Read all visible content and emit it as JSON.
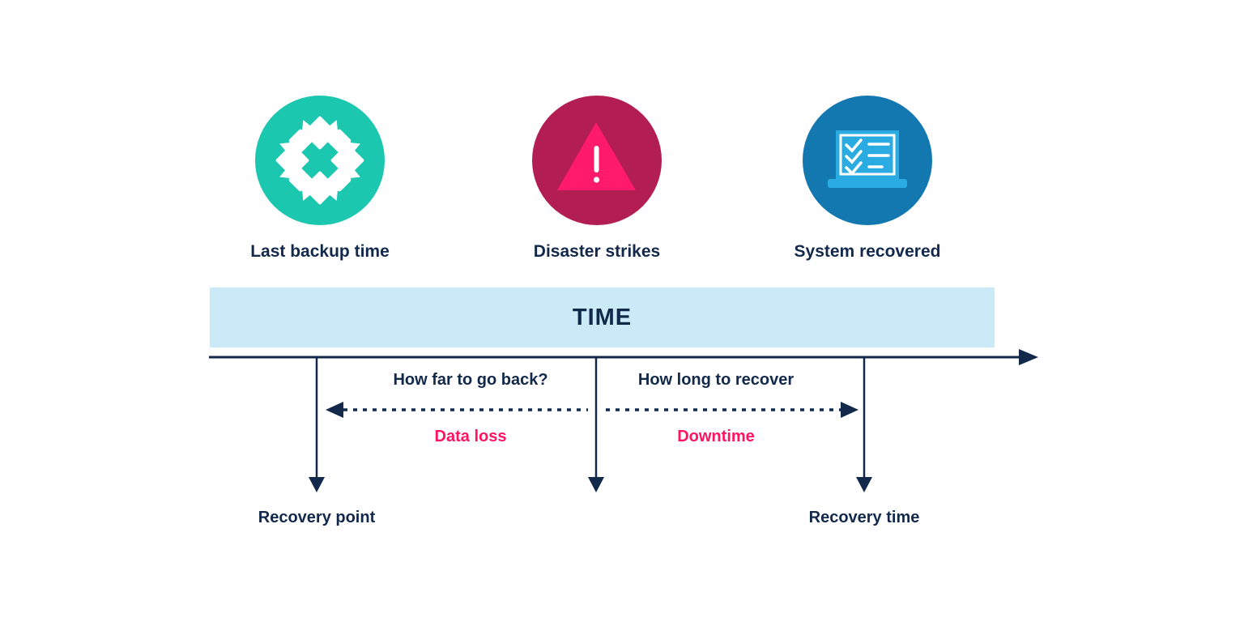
{
  "palette": {
    "navy": "#13294B",
    "teal": "#1CC7AF",
    "crimson": "#B21D52",
    "bright_pink": "#FF1A6B",
    "pink_text": "#FF1464",
    "blue": "#1478B0",
    "screen_cyan": "#2AACE3",
    "time_bar_bg": "#C9EAF6",
    "background": "#FFFFFF"
  },
  "milestones": [
    {
      "label": "Last backup time",
      "icon": "backup-snowflake-icon",
      "circle_color": "#1CC7AF"
    },
    {
      "label": "Disaster strikes",
      "icon": "warning-triangle-icon",
      "circle_color": "#B21D52"
    },
    {
      "label": "System recovered",
      "icon": "checklist-laptop-icon",
      "circle_color": "#1478B0"
    }
  ],
  "timeline": {
    "bar_label": "TIME"
  },
  "spans": [
    {
      "question": "How far to go back?",
      "label": "Data loss",
      "direction": "left"
    },
    {
      "question": "How long to recover",
      "label": "Downtime",
      "direction": "right"
    }
  ],
  "markers": [
    {
      "label": "Recovery point"
    },
    {
      "label": "Recovery time"
    }
  ]
}
